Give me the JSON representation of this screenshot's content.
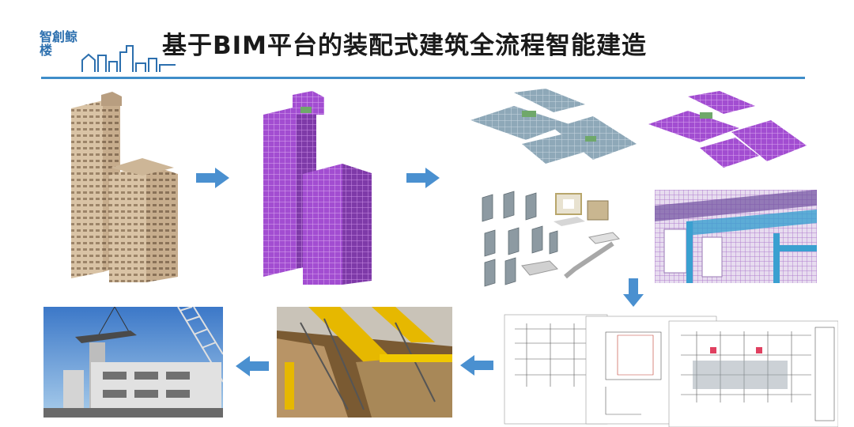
{
  "header": {
    "title": "基于BIM平台的装配式建筑全流程智能建造",
    "logo_text": "智創鲸楼",
    "accent_color": "#3f8dc9",
    "arrow_color": "#4a90d0"
  },
  "flow": {
    "steps": [
      {
        "name": "building-model",
        "icon": "tower-render"
      },
      {
        "name": "bim-structure-model",
        "icon": "purple-wireframe-tower"
      },
      {
        "name": "floor-module-split",
        "icon": "floor-plan-3d"
      },
      {
        "name": "prefab-components",
        "icon": "precast-parts"
      },
      {
        "name": "rebar-detail",
        "icon": "rebar-closeup"
      },
      {
        "name": "construction-drawings",
        "icon": "drawing-sheets"
      },
      {
        "name": "factory-production",
        "icon": "precast-factory"
      },
      {
        "name": "site-assembly",
        "icon": "crane-hoisting"
      }
    ],
    "arrows": [
      "arrow-right-icon",
      "arrow-right-icon",
      "arrow-down-icon",
      "arrow-left-icon",
      "arrow-left-icon"
    ]
  }
}
